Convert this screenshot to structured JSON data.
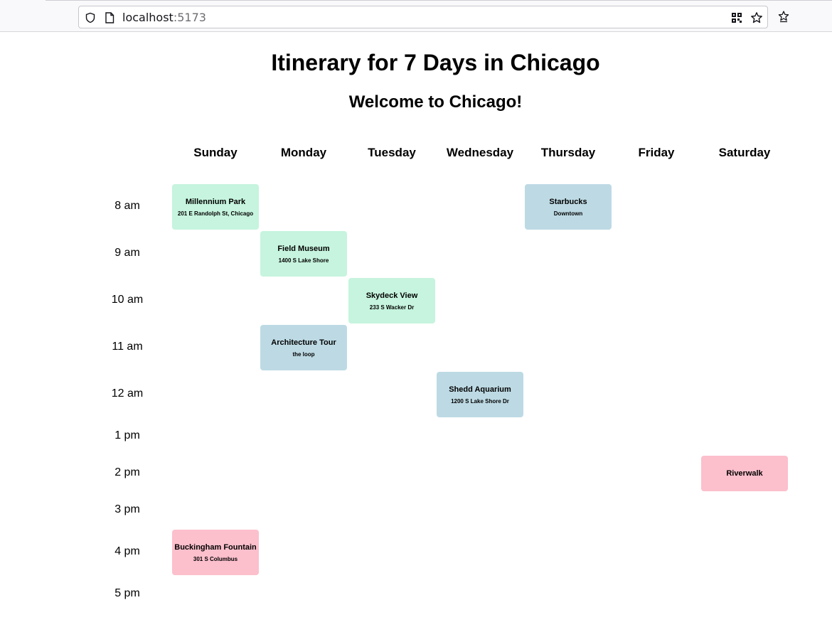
{
  "browser": {
    "url_host": "localhost",
    "url_port": ":5173"
  },
  "page": {
    "title": "Itinerary for 7 Days in Chicago",
    "subtitle": "Welcome to Chicago!"
  },
  "days": [
    "Sunday",
    "Monday",
    "Tuesday",
    "Wednesday",
    "Thursday",
    "Friday",
    "Saturday"
  ],
  "hours": [
    "8 am",
    "9 am",
    "10 am",
    "11 am",
    "12 am",
    "1 pm",
    "2 pm",
    "3 pm",
    "4 pm",
    "5 pm"
  ],
  "colors": {
    "green": "#c6f4de",
    "blue": "#bddae4",
    "pink": "#fcbfcc"
  },
  "events": [
    {
      "name": "Millennium Park",
      "location": "201 E Randolph St, Chicago",
      "day": "Sunday",
      "time": "8 am",
      "color": "green"
    },
    {
      "name": "Starbucks",
      "location": "Downtown",
      "day": "Thursday",
      "time": "8 am",
      "color": "blue"
    },
    {
      "name": "Field Museum",
      "location": "1400 S Lake Shore",
      "day": "Monday",
      "time": "9 am",
      "color": "green"
    },
    {
      "name": "Skydeck View",
      "location": "233 S Wacker Dr",
      "day": "Tuesday",
      "time": "10 am",
      "color": "green"
    },
    {
      "name": "Architecture Tour",
      "location": "the loop",
      "day": "Monday",
      "time": "11 am",
      "color": "blue"
    },
    {
      "name": "Shedd Aquarium",
      "location": "1200 S Lake Shore Dr",
      "day": "Wednesday",
      "time": "12 am",
      "color": "blue"
    },
    {
      "name": "Riverwalk",
      "location": "",
      "day": "Saturday",
      "time": "2 pm",
      "color": "pink"
    },
    {
      "name": "Buckingham Fountain",
      "location": "301 S Columbus",
      "day": "Sunday",
      "time": "4 pm",
      "color": "pink"
    }
  ]
}
